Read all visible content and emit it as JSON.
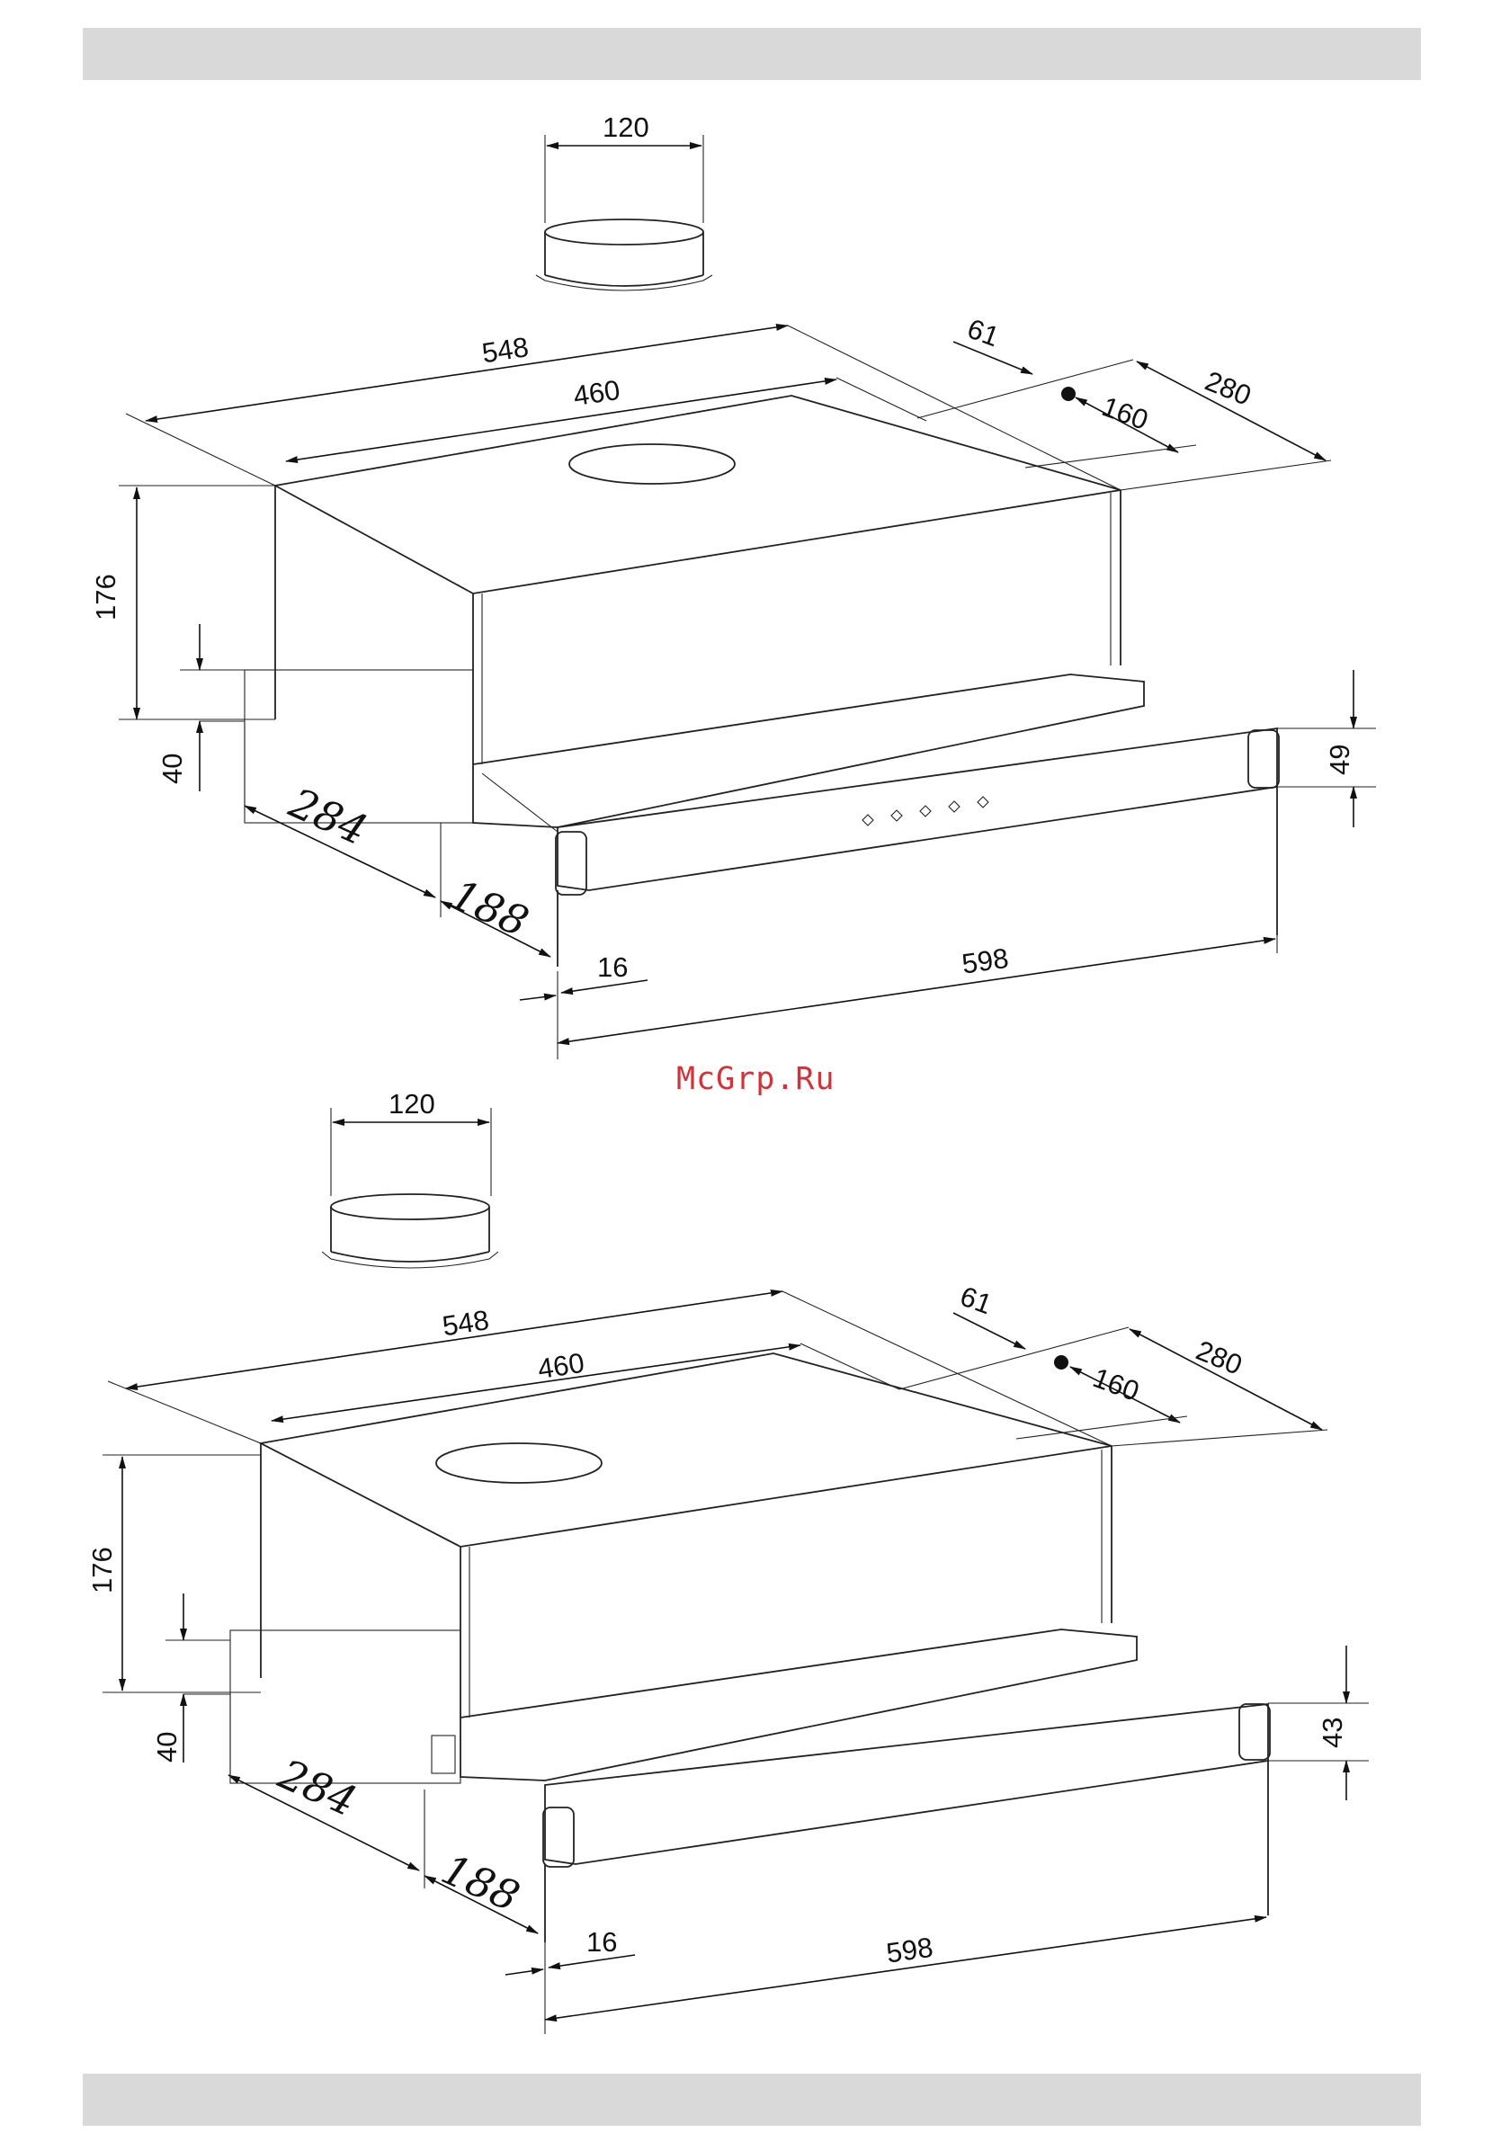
{
  "watermark": "McGrp.Ru",
  "diagram_top": {
    "duct_diameter": "120",
    "width_top": "548",
    "width_inner": "460",
    "offset_outlet": "61",
    "outlet_spacing": "160",
    "depth": "280",
    "height": "176",
    "panel_height": "40",
    "side_depth": "284",
    "side_extension": "188",
    "frame_offset": "16",
    "front_width": "598",
    "front_panel_height": "49"
  },
  "diagram_bottom": {
    "duct_diameter": "120",
    "width_top": "548",
    "width_inner": "460",
    "offset_outlet": "61",
    "outlet_spacing": "160",
    "depth": "280",
    "height": "176",
    "panel_height": "40",
    "side_depth": "284",
    "side_extension": "188",
    "frame_offset": "16",
    "front_width": "598",
    "front_panel_height": "43"
  }
}
